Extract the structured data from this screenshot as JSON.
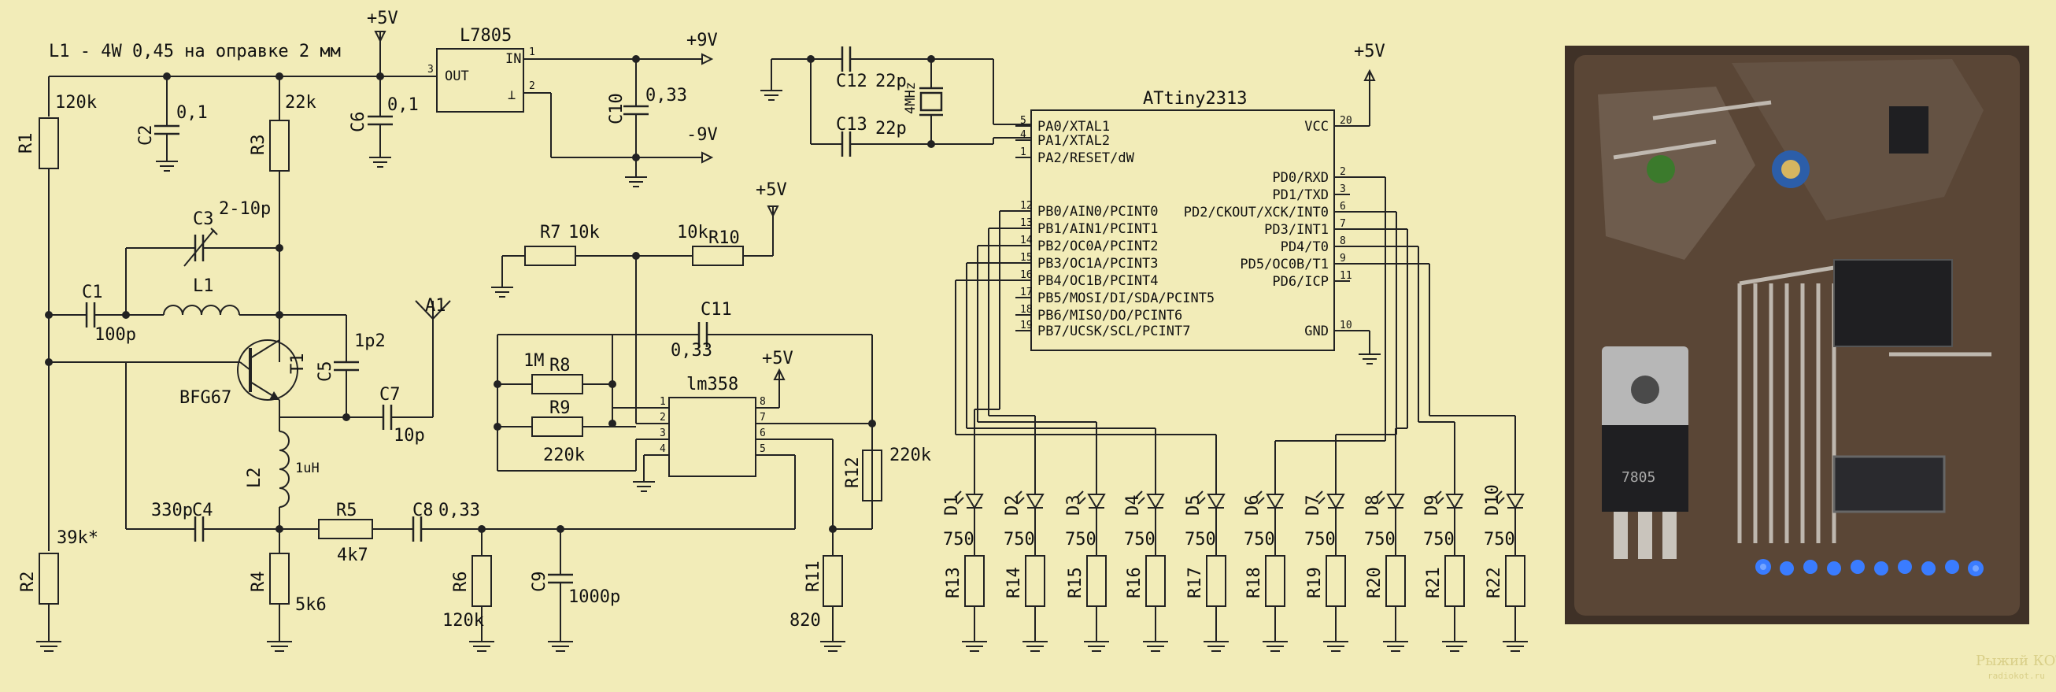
{
  "note": "L1 - 4W 0,45 на оправке 2 мм",
  "rails": {
    "vcc": "+5V",
    "v9": "+9V",
    "vm9": "-9V"
  },
  "vreg": {
    "name": "L7805",
    "in": "IN",
    "out": "OUT",
    "gnd": "⊥",
    "pin_in": "1",
    "pin_gnd": "2",
    "pin_out": "3"
  },
  "parts": {
    "R1": {
      "ref": "R1",
      "val": "120k"
    },
    "R2": {
      "ref": "R2",
      "val": "39k*"
    },
    "R3": {
      "ref": "R3",
      "val": "22k"
    },
    "R4": {
      "ref": "R4",
      "val": "5k6"
    },
    "R5": {
      "ref": "R5",
      "val": "4k7"
    },
    "R6": {
      "ref": "R6",
      "val": "120k"
    },
    "R7": {
      "ref": "R7",
      "val": "10k"
    },
    "R8": {
      "ref": "R8",
      "val": "1M"
    },
    "R9": {
      "ref": "R9",
      "val": "220k"
    },
    "R10": {
      "ref": "R10",
      "val": "10k"
    },
    "R11": {
      "ref": "R11",
      "val": "820"
    },
    "R12": {
      "ref": "R12",
      "val": "220k"
    },
    "C1": {
      "ref": "C1",
      "val": "100p"
    },
    "C2": {
      "ref": "C2",
      "val": "0,1"
    },
    "C3": {
      "ref": "C3",
      "val": "2-10p"
    },
    "C4": {
      "ref": "C4",
      "val": "330p"
    },
    "C5": {
      "ref": "C5",
      "val": "1p2"
    },
    "C6": {
      "ref": "C6",
      "val": "0,1"
    },
    "C7": {
      "ref": "C7",
      "val": "10p"
    },
    "C8": {
      "ref": "C8",
      "val": "0,33"
    },
    "C9": {
      "ref": "C9",
      "val": "1000p"
    },
    "C10": {
      "ref": "C10",
      "val": "0,33"
    },
    "C11": {
      "ref": "C11",
      "val": "0,33"
    },
    "C12": {
      "ref": "C12",
      "val": "22p"
    },
    "C13": {
      "ref": "C13",
      "val": "22p"
    },
    "L1": {
      "ref": "L1"
    },
    "L2": {
      "ref": "L2",
      "val": "1uH"
    },
    "T1": {
      "ref": "T1",
      "val": "BFG67"
    },
    "A1": {
      "ref": "A1"
    },
    "XTAL": {
      "val": "4MHz"
    }
  },
  "opamp": {
    "name": "lm358",
    "pins": [
      "1",
      "2",
      "3",
      "4",
      "5",
      "6",
      "7",
      "8"
    ]
  },
  "mcu": {
    "name": "ATtiny2313",
    "left": [
      {
        "pin": "5",
        "name": "PA0/XTAL1"
      },
      {
        "pin": "4",
        "name": "PA1/XTAL2"
      },
      {
        "pin": "1",
        "name": "PA2/RESET/dW"
      },
      {
        "pin": "12",
        "name": "PB0/AIN0/PCINT0"
      },
      {
        "pin": "13",
        "name": "PB1/AIN1/PCINT1"
      },
      {
        "pin": "14",
        "name": "PB2/OC0A/PCINT2"
      },
      {
        "pin": "15",
        "name": "PB3/OC1A/PCINT3"
      },
      {
        "pin": "16",
        "name": "PB4/OC1B/PCINT4"
      },
      {
        "pin": "17",
        "name": "PB5/MOSI/DI/SDA/PCINT5"
      },
      {
        "pin": "18",
        "name": "PB6/MISO/DO/PCINT6"
      },
      {
        "pin": "19",
        "name": "PB7/UCSK/SCL/PCINT7"
      }
    ],
    "right": [
      {
        "pin": "20",
        "name": "VCC"
      },
      {
        "pin": "2",
        "name": "PD0/RXD"
      },
      {
        "pin": "3",
        "name": "PD1/TXD"
      },
      {
        "pin": "6",
        "name": "PD2/CKOUT/XCK/INT0"
      },
      {
        "pin": "7",
        "name": "PD3/INT1"
      },
      {
        "pin": "8",
        "name": "PD4/T0"
      },
      {
        "pin": "9",
        "name": "PD5/OC0B/T1"
      },
      {
        "pin": "11",
        "name": "PD6/ICP"
      },
      {
        "pin": "10",
        "name": "GND"
      }
    ]
  },
  "leds": [
    "D1",
    "D2",
    "D3",
    "D4",
    "D5",
    "D6",
    "D7",
    "D8",
    "D9",
    "D10"
  ],
  "led_resistors": [
    {
      "ref": "R13",
      "val": "750"
    },
    {
      "ref": "R14",
      "val": "750"
    },
    {
      "ref": "R15",
      "val": "750"
    },
    {
      "ref": "R16",
      "val": "750"
    },
    {
      "ref": "R17",
      "val": "750"
    },
    {
      "ref": "R18",
      "val": "750"
    },
    {
      "ref": "R19",
      "val": "750"
    },
    {
      "ref": "R20",
      "val": "750"
    },
    {
      "ref": "R21",
      "val": "750"
    },
    {
      "ref": "R22",
      "val": "750"
    }
  ],
  "ic_marking": "7805",
  "watermark": {
    "brand": "Рыжий КОТ",
    "site": "radiokot.ru"
  },
  "colors": {
    "background": "#f2ecb8",
    "ink": "#222222",
    "pcb": "#5a4636",
    "led": "#3a7cff"
  }
}
